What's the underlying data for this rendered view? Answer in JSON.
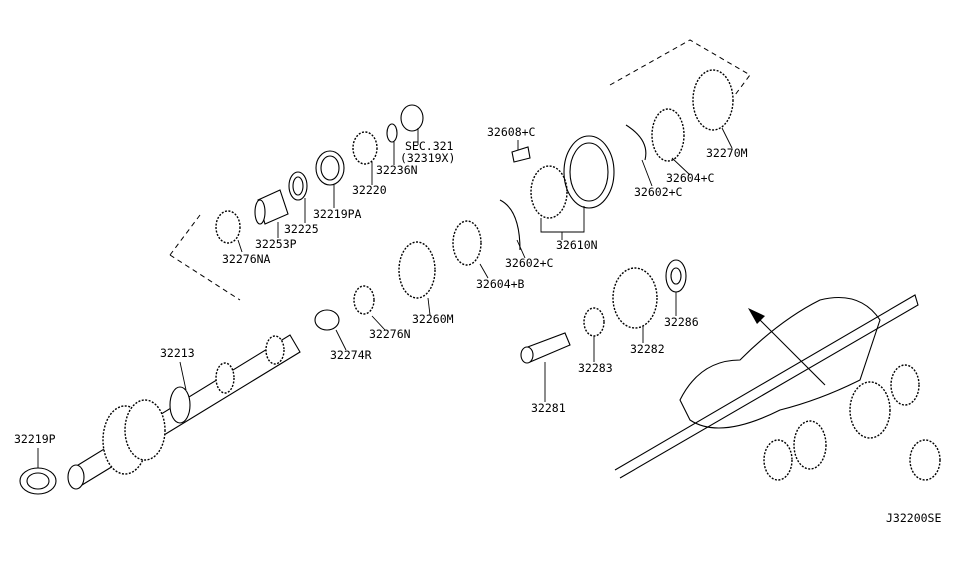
{
  "diagram_code": "J32200SE",
  "labels": {
    "p32608c": "32608+C",
    "sec321": "SEC.321",
    "sec321_ref": "(32319X)",
    "p32236n": "32236N",
    "p32220": "32220",
    "p32219pa": "32219PA",
    "p32225": "32225",
    "p32253p": "32253P",
    "p32276na": "32276NA",
    "p32610n": "32610N",
    "p32602c_lower": "32602+C",
    "p32602c_upper": "32602+C",
    "p32604c": "32604+C",
    "p32270m": "32270M",
    "p32604b": "32604+B",
    "p32260m": "32260M",
    "p32276n": "32276N",
    "p32274r": "32274R",
    "p32213": "32213",
    "p32219p": "32219P",
    "p32281": "32281",
    "p32283": "32283",
    "p32282": "32282",
    "p32286": "32286"
  }
}
